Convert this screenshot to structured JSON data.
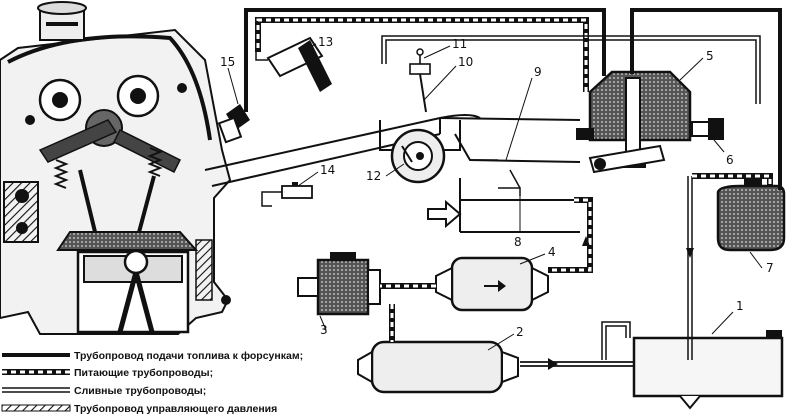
{
  "callouts": {
    "c1": "1",
    "c2": "2",
    "c3": "3",
    "c4": "4",
    "c5": "5",
    "c6": "6",
    "c7": "7",
    "c8": "8",
    "c9": "9",
    "c10": "10",
    "c11": "11",
    "c12": "12",
    "c13": "13",
    "c14": "14",
    "c15": "15"
  },
  "legend": {
    "items": [
      {
        "text": "Трубопровод подачи топлива к форсункам;"
      },
      {
        "text": "Питающие трубопроводы;"
      },
      {
        "text": "Сливные трубопроводы;"
      },
      {
        "text": "Трубопровод управляющего давления"
      }
    ]
  },
  "colors": {
    "ink": "#111111",
    "paper": "#ffffff",
    "shade": "#3a3a3a"
  }
}
